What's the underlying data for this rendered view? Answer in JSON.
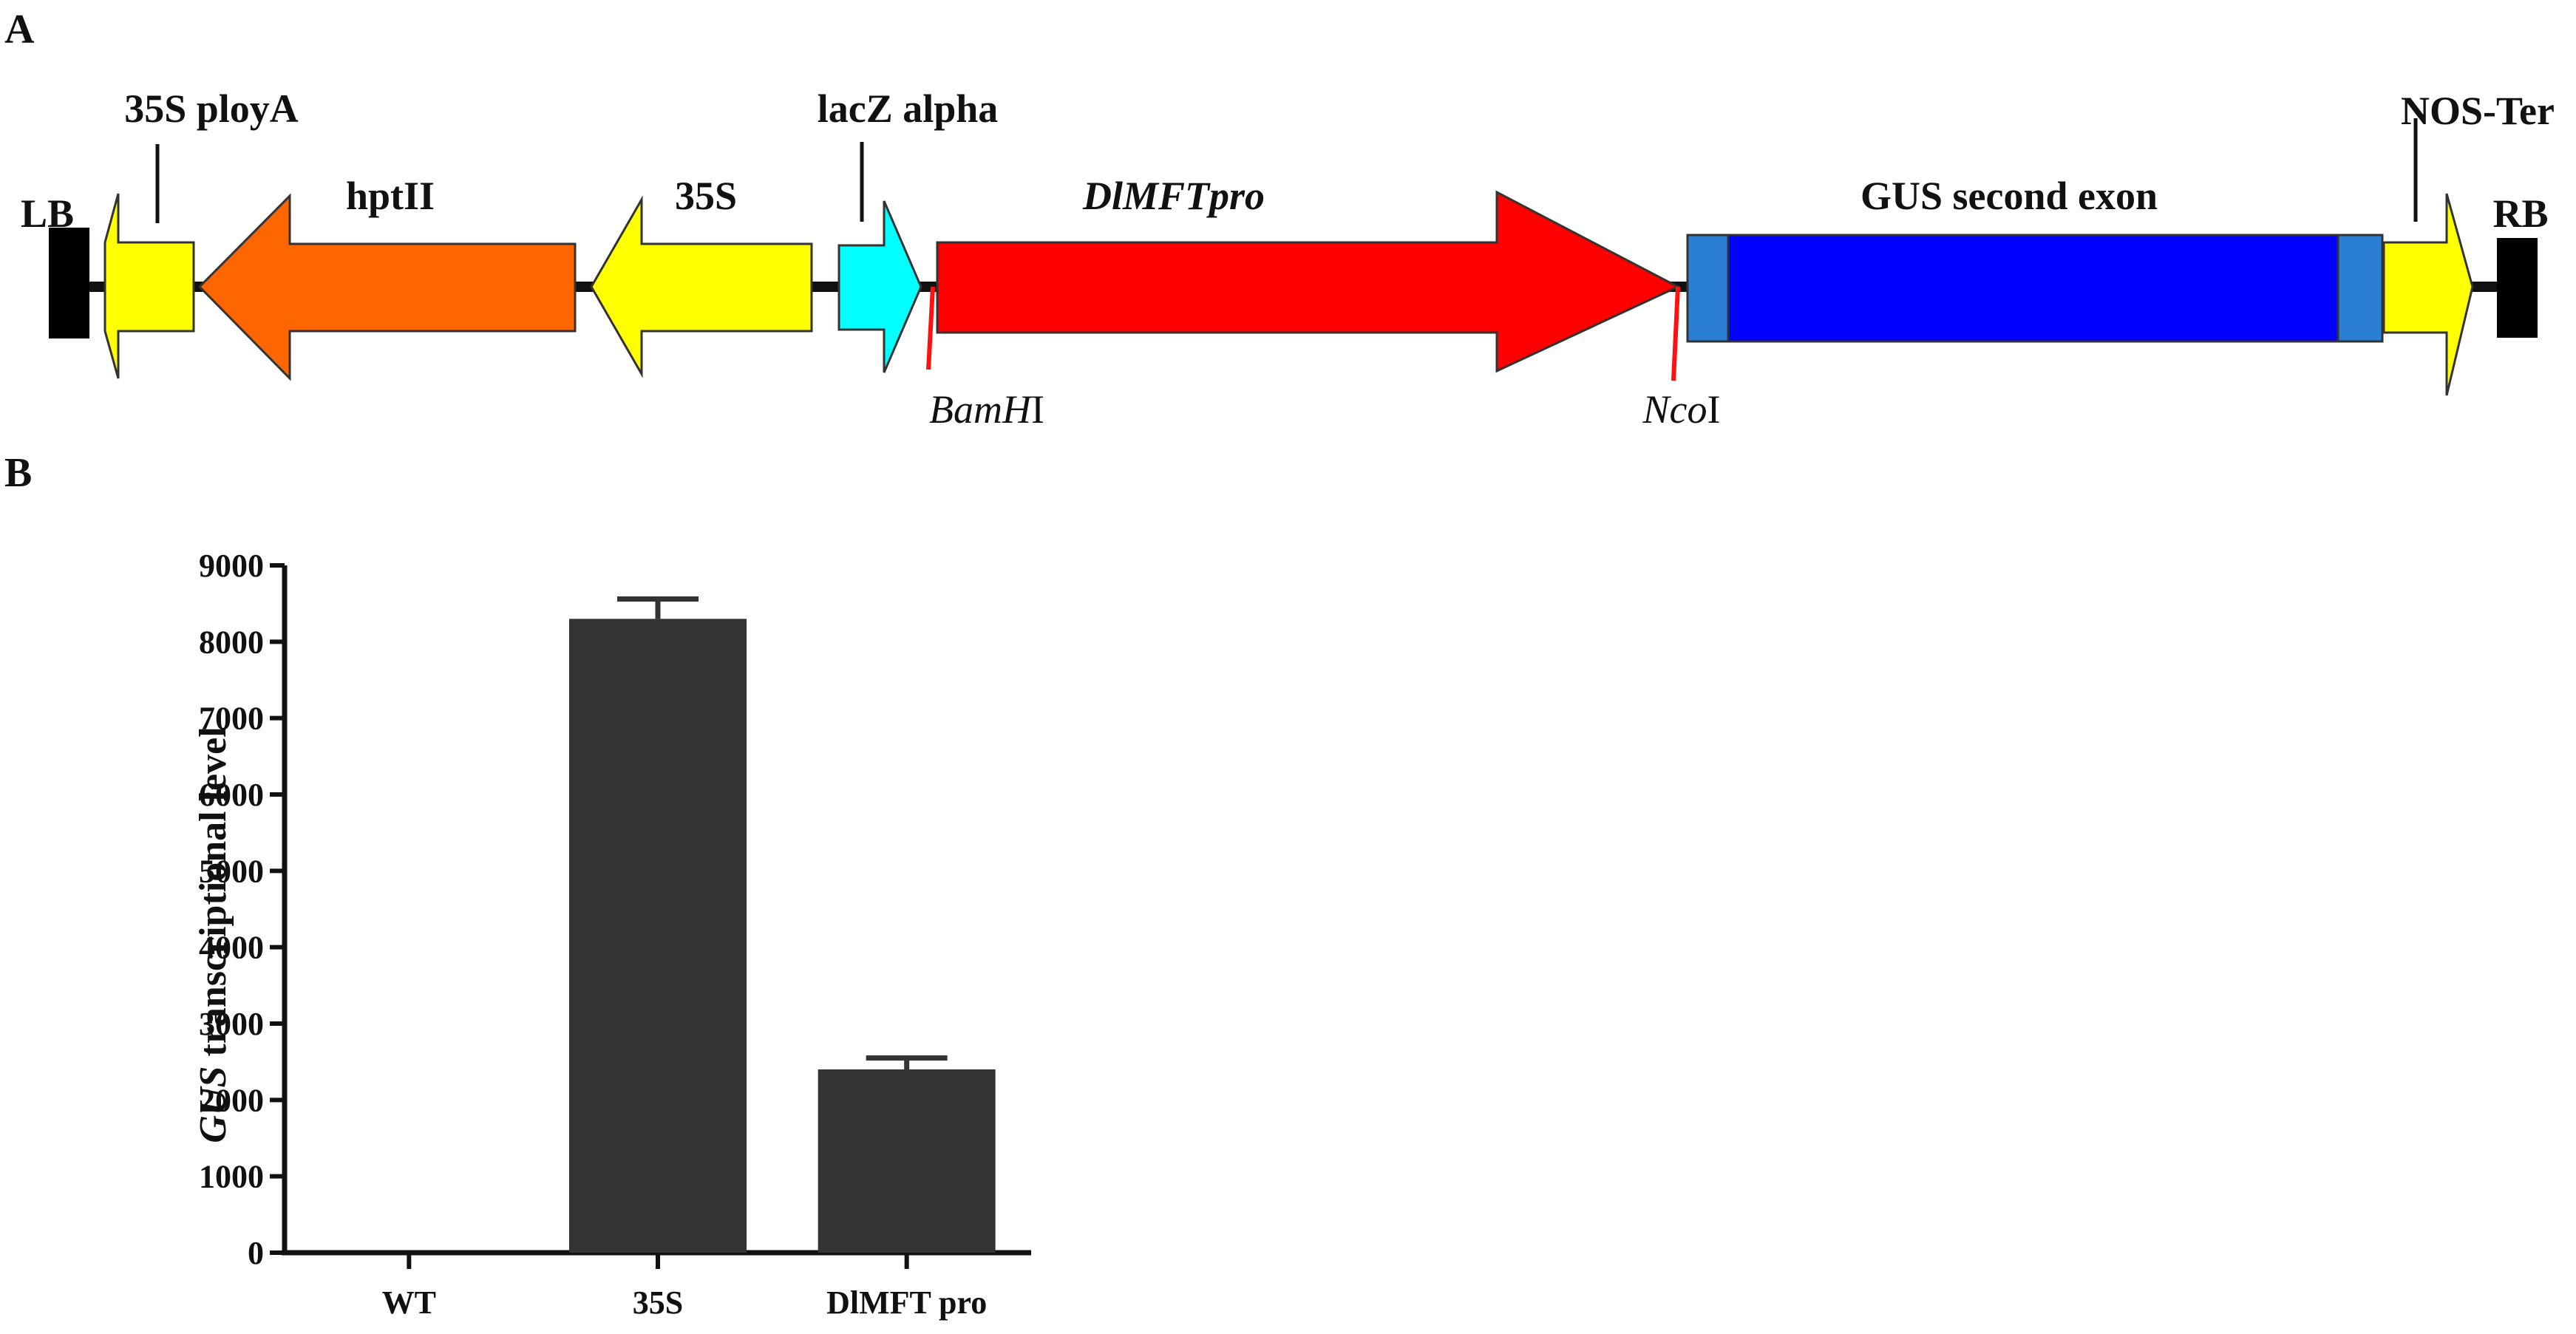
{
  "panels": {
    "a": "A",
    "b": "B"
  },
  "construct": {
    "ends": {
      "left": "LB",
      "right": "RB"
    },
    "parts": {
      "poly_a": "35S ployA",
      "hpt": "hptII",
      "promoter_35s": "35S",
      "lacz": "lacZ alpha",
      "dlmft": "DlMFTpro",
      "gus": "GUS second exon",
      "nos": "NOS-Ter"
    },
    "sites": {
      "bamhi_italic": "BamH",
      "bamhi_plain": "I",
      "ncoi_italic": "Nco",
      "ncoi_plain": "I"
    },
    "colors": {
      "poly_a": "#ffff00",
      "hpt": "#ff6600",
      "promoter_35s": "#ffff00",
      "lacz": "#00ffff",
      "dlmft": "#ff0000",
      "gus": "#0000ff",
      "exon_caps": "#2a7fd4",
      "nos": "#ffff00",
      "backbone": "#111111"
    }
  },
  "chart_data": {
    "type": "bar",
    "categories": [
      "WT",
      "35S",
      "DlMFT pro"
    ],
    "values": [
      0,
      8300,
      2400
    ],
    "errors": [
      0,
      260,
      150
    ],
    "ylabel_italic": "GUS",
    "ylabel_rest": " transcriptional level",
    "ylim": [
      0,
      9000
    ],
    "yticks": [
      "0",
      "1000",
      "2000",
      "3000",
      "4000",
      "5000",
      "6000",
      "7000",
      "8000",
      "9000"
    ],
    "bar_color": "#333333",
    "grid": false
  }
}
